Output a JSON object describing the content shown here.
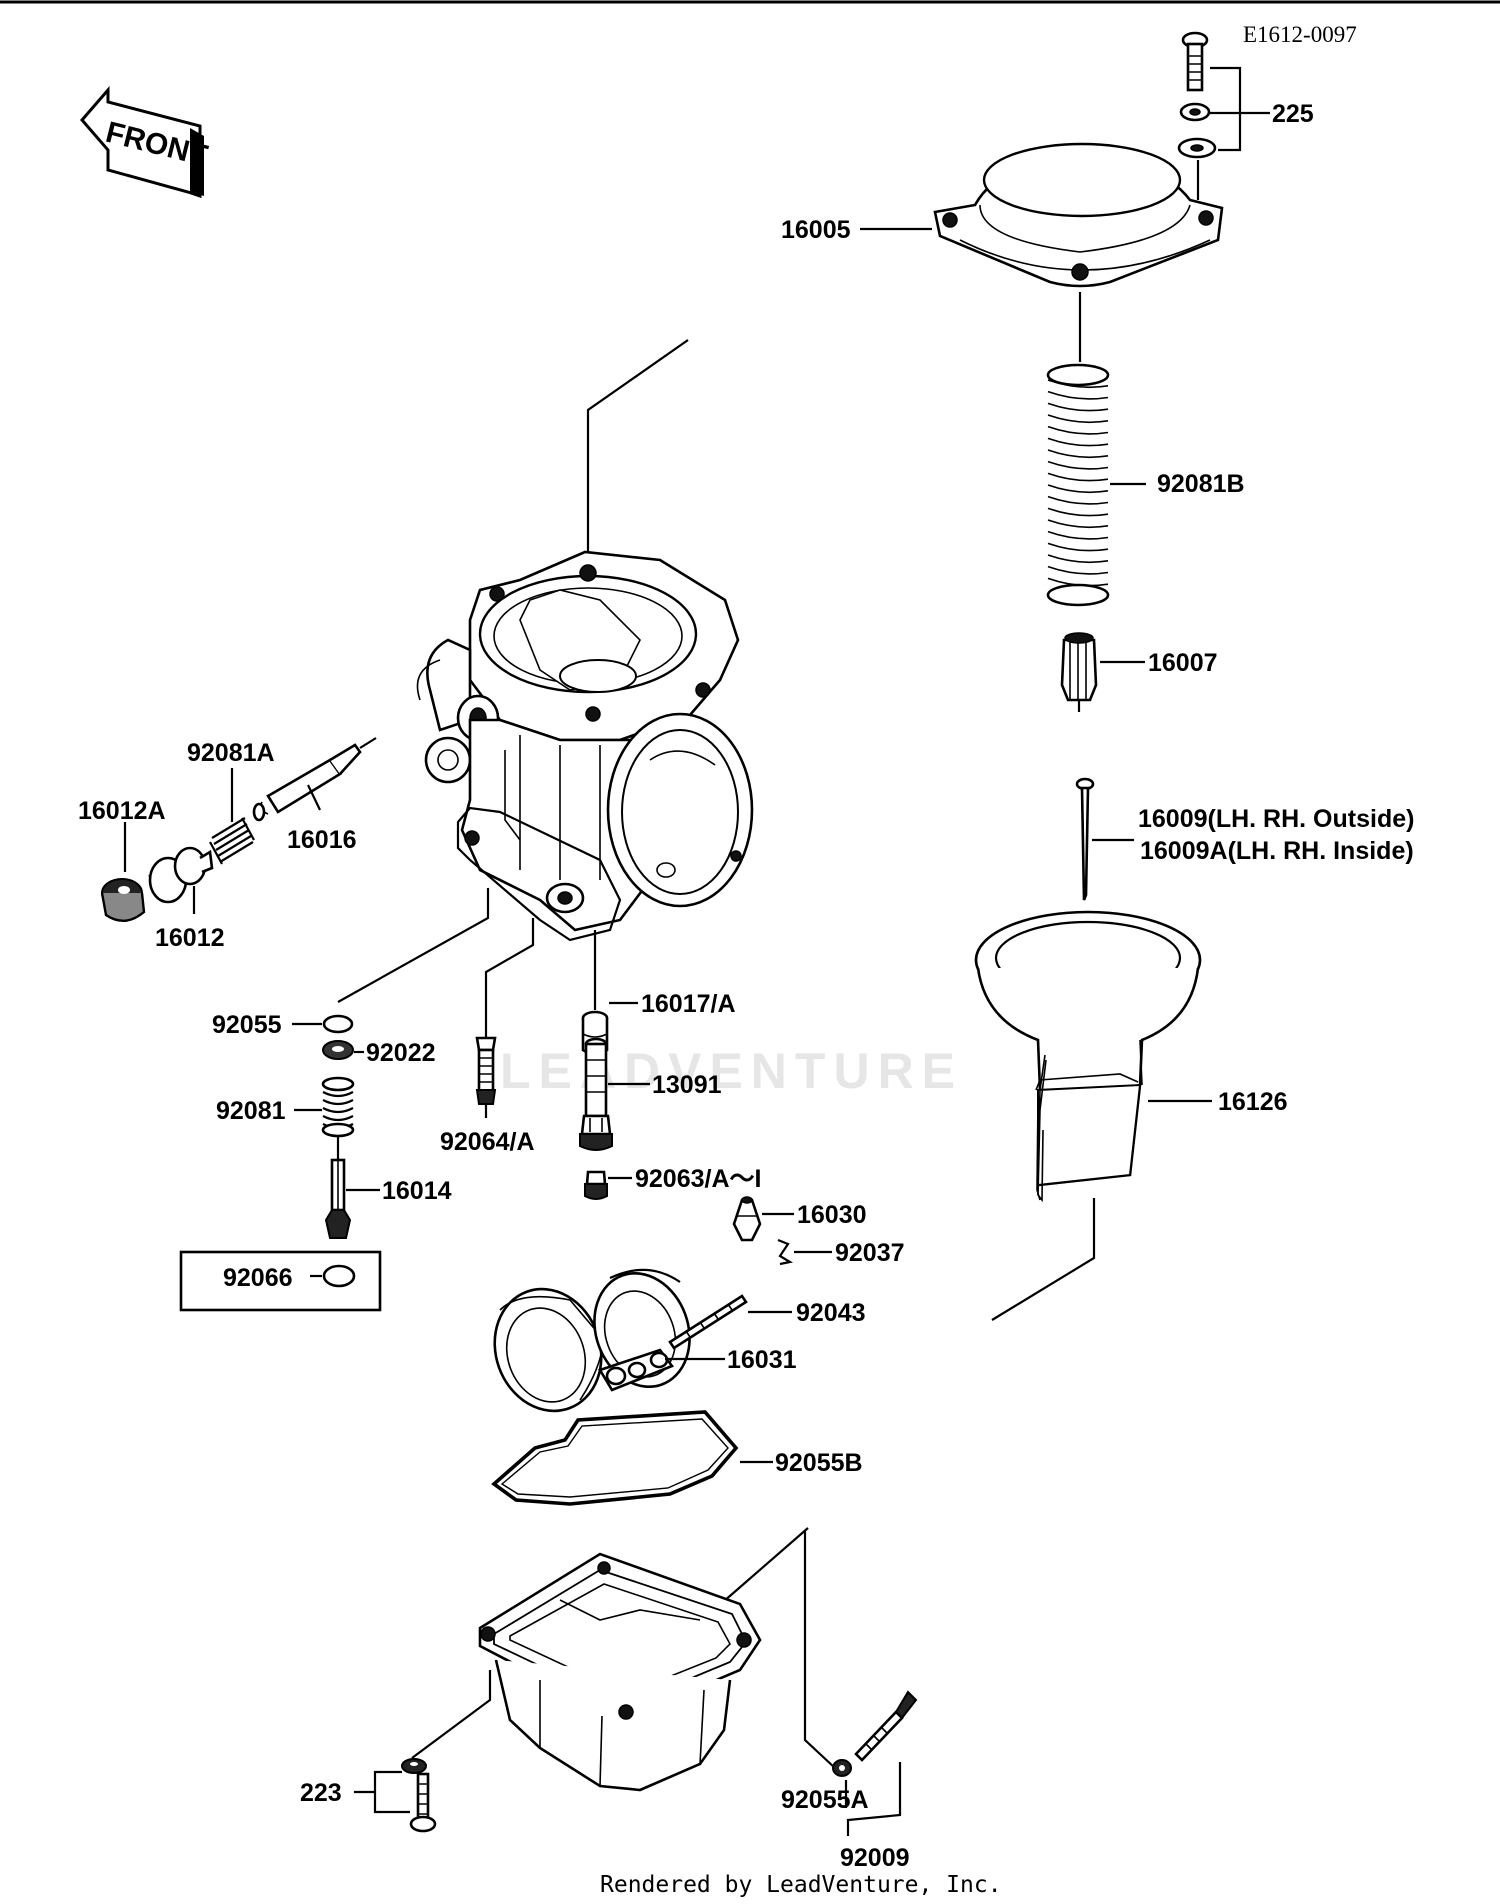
{
  "diagram_code": "E1612-0097",
  "front_label": "FRONT",
  "footer": "Rendered by LeadVenture, Inc.",
  "watermark": "LEADVENTURE",
  "parts": {
    "p225": "225",
    "p16005": "16005",
    "p92081B": "92081B",
    "p16007": "16007",
    "p16009": "16009(LH. RH. Outside)",
    "p16009A": "16009A(LH. RH. Inside)",
    "p16126": "16126",
    "p92081A": "92081A",
    "p16012A": "16012A",
    "p16016": "16016",
    "p16012": "16012",
    "p92055": "92055",
    "p92022": "92022",
    "p16017": "16017/A",
    "p92081": "92081",
    "p13091": "13091",
    "p92064": "92064/A",
    "p92063": "92063/A～I",
    "p16014": "16014",
    "p16030": "16030",
    "p92037": "92037",
    "p92066": "92066",
    "p92043": "92043",
    "p16031": "16031",
    "p92055B": "92055B",
    "p223": "223",
    "p92055A": "92055A",
    "p92009": "92009"
  }
}
